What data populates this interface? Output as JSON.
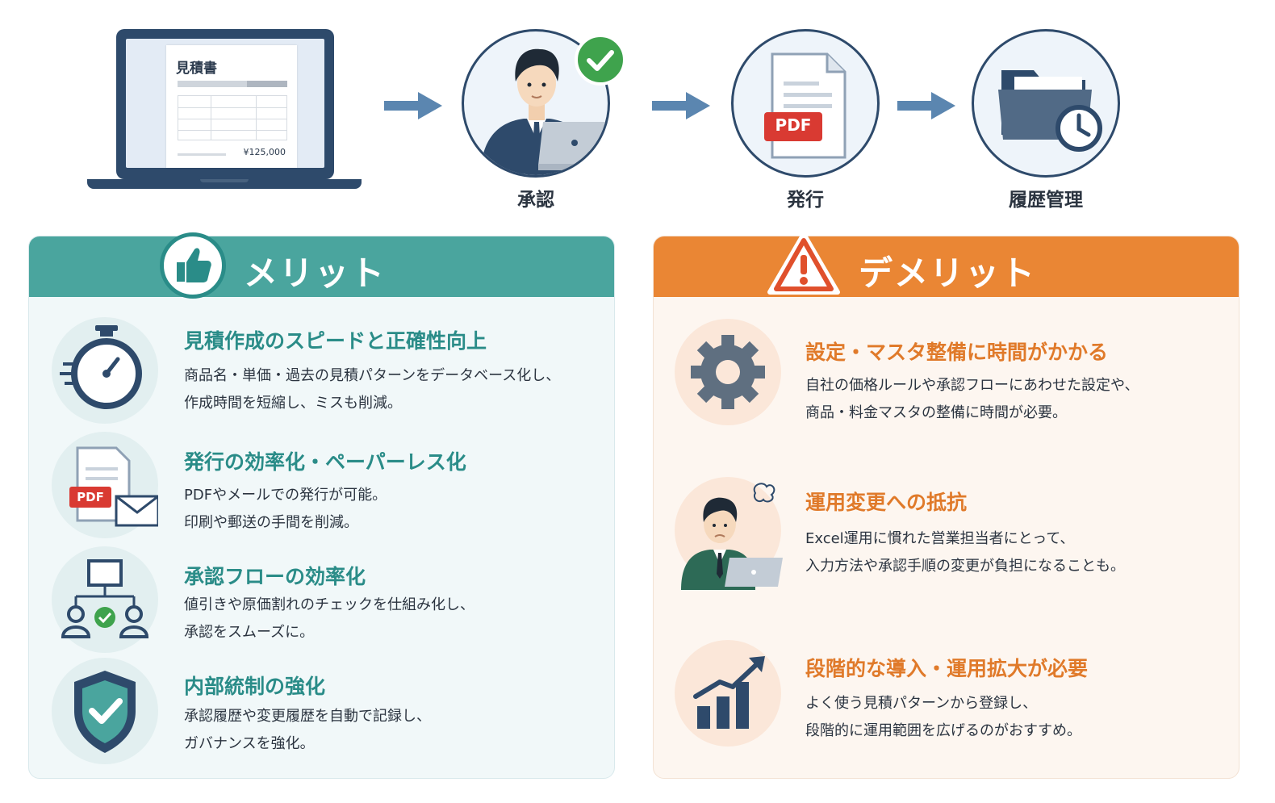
{
  "flow": {
    "quote_doc": {
      "title": "見積書",
      "amount": "¥125,000"
    },
    "steps": [
      {
        "label": "承認",
        "icon": "approver-with-laptop-icon"
      },
      {
        "label": "発行",
        "icon": "pdf-document-icon",
        "pdf_tag": "PDF"
      },
      {
        "label": "履歴管理",
        "icon": "folder-clock-icon"
      }
    ]
  },
  "merits": {
    "heading": "メリット",
    "heading_icon": "thumbs-up-icon",
    "accent": "#4aa59e",
    "items": [
      {
        "icon": "stopwatch-icon",
        "title": "見積作成のスピードと正確性向上",
        "lines": [
          "商品名・単価・過去の見積パターンをデータベース化し、",
          "作成時間を短縮し、ミスも削減。"
        ]
      },
      {
        "icon": "pdf-mail-icon",
        "pdf_tag": "PDF",
        "title": "発行の効率化・ペーパーレス化",
        "lines": [
          "PDFやメールでの発行が可能。",
          "印刷や郵送の手間を削減。"
        ]
      },
      {
        "icon": "approval-flow-icon",
        "title": "承認フローの効率化",
        "lines": [
          "値引きや原価割れのチェックを仕組み化し、",
          "承認をスムーズに。"
        ]
      },
      {
        "icon": "shield-check-icon",
        "title": "内部統制の強化",
        "lines": [
          "承認履歴や変更履歴を自動で記録し、",
          "ガバナンスを強化。"
        ]
      }
    ]
  },
  "demerits": {
    "heading": "デメリット",
    "heading_icon": "warning-icon",
    "accent": "#ea8634",
    "items": [
      {
        "icon": "gear-icon",
        "title": "設定・マスタ整備に時間がかかる",
        "lines": [
          "自社の価格ルールや承認フローにあわせた設定や、",
          "商品・料金マスタの整備に時間が必要。"
        ]
      },
      {
        "icon": "confused-worker-icon",
        "title": "運用変更への抵抗",
        "lines": [
          "Excel運用に慣れた営業担当者にとって、",
          "入力方法や承認手順の変更が負担になることも。"
        ]
      },
      {
        "icon": "growth-chart-icon",
        "title": "段階的な導入・運用拡大が必要",
        "lines": [
          "よく使う見積パターンから登録し、",
          "段階的に運用範囲を広げるのがおすすめ。"
        ]
      }
    ]
  }
}
